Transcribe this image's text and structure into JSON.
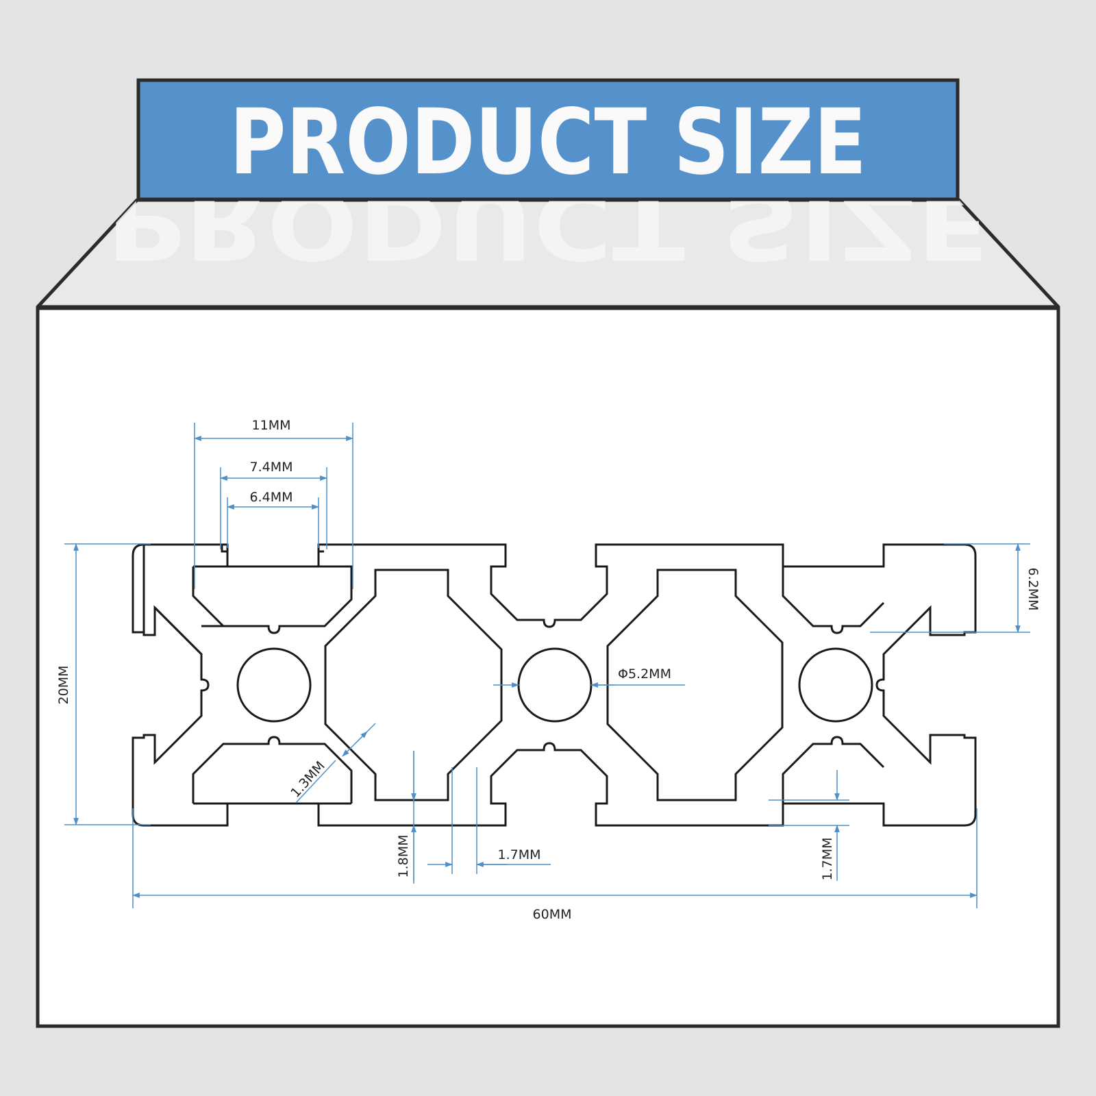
{
  "title": "PRODUCT SIZE",
  "colors": {
    "background": "#e3e4e4",
    "banner": "#5591cb",
    "frame": "#2b2b2b",
    "panel": "#ffffff",
    "dimension": "#4f8fca",
    "profile_stroke": "#1a1a1a"
  },
  "dimensions": {
    "slot_outer": "11MM",
    "slot_mid": "7.4MM",
    "slot_inner": "6.4MM",
    "height": "20MM",
    "slot_depth": "6.2MM",
    "hole_diameter": "Φ5.2MM",
    "diagonal_wall": "1.3MM",
    "bottom_wall": "1.8MM",
    "web_wall": "1.7MM",
    "flange_wall": "1.7MM",
    "width": "60MM"
  }
}
